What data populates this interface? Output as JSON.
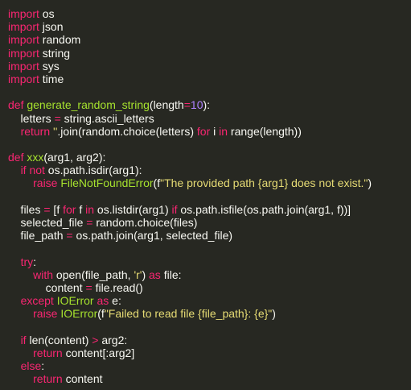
{
  "editor": {
    "colors": {
      "background": "#272822",
      "default": "#f8f8f2",
      "keyword": "#f92672",
      "function": "#a6e22e",
      "number": "#ae81ff",
      "string": "#e6db74"
    },
    "lines": [
      [
        {
          "t": "import",
          "k": "kw"
        },
        {
          "t": " os",
          "k": "plain"
        }
      ],
      [
        {
          "t": "import",
          "k": "kw"
        },
        {
          "t": " json",
          "k": "plain"
        }
      ],
      [
        {
          "t": "import",
          "k": "kw"
        },
        {
          "t": " random",
          "k": "plain"
        }
      ],
      [
        {
          "t": "import",
          "k": "kw"
        },
        {
          "t": " string",
          "k": "plain"
        }
      ],
      [
        {
          "t": "import",
          "k": "kw"
        },
        {
          "t": " sys",
          "k": "plain"
        }
      ],
      [
        {
          "t": "import",
          "k": "kw"
        },
        {
          "t": " time",
          "k": "plain"
        }
      ],
      [],
      [
        {
          "t": "def",
          "k": "kw"
        },
        {
          "t": " ",
          "k": "plain"
        },
        {
          "t": "generate_random_string",
          "k": "fn"
        },
        {
          "t": "(length",
          "k": "plain"
        },
        {
          "t": "=",
          "k": "kw"
        },
        {
          "t": "10",
          "k": "num"
        },
        {
          "t": "):",
          "k": "plain"
        }
      ],
      [
        {
          "t": "    letters ",
          "k": "plain"
        },
        {
          "t": "=",
          "k": "kw"
        },
        {
          "t": " string.ascii_letters",
          "k": "plain"
        }
      ],
      [
        {
          "t": "    ",
          "k": "plain"
        },
        {
          "t": "return",
          "k": "kw"
        },
        {
          "t": " ",
          "k": "plain"
        },
        {
          "t": "''",
          "k": "str"
        },
        {
          "t": ".join(random.choice(letters) ",
          "k": "plain"
        },
        {
          "t": "for",
          "k": "kw"
        },
        {
          "t": " i ",
          "k": "plain"
        },
        {
          "t": "in",
          "k": "kw"
        },
        {
          "t": " range(length))",
          "k": "plain"
        }
      ],
      [],
      [
        {
          "t": "def",
          "k": "kw"
        },
        {
          "t": " ",
          "k": "plain"
        },
        {
          "t": "xxx",
          "k": "fn"
        },
        {
          "t": "(arg1, arg2):",
          "k": "plain"
        }
      ],
      [
        {
          "t": "    ",
          "k": "plain"
        },
        {
          "t": "if",
          "k": "kw"
        },
        {
          "t": " ",
          "k": "plain"
        },
        {
          "t": "not",
          "k": "kw"
        },
        {
          "t": " os.path.isdir(arg1):",
          "k": "plain"
        }
      ],
      [
        {
          "t": "        ",
          "k": "plain"
        },
        {
          "t": "raise",
          "k": "kw"
        },
        {
          "t": " ",
          "k": "plain"
        },
        {
          "t": "FileNotFoundError",
          "k": "fn"
        },
        {
          "t": "(f",
          "k": "plain"
        },
        {
          "t": "\"The provided path {arg1} does not exist.\"",
          "k": "str"
        },
        {
          "t": ")",
          "k": "plain"
        }
      ],
      [],
      [
        {
          "t": "    files ",
          "k": "plain"
        },
        {
          "t": "=",
          "k": "kw"
        },
        {
          "t": " [f ",
          "k": "plain"
        },
        {
          "t": "for",
          "k": "kw"
        },
        {
          "t": " f ",
          "k": "plain"
        },
        {
          "t": "in",
          "k": "kw"
        },
        {
          "t": " os.listdir(arg1) ",
          "k": "plain"
        },
        {
          "t": "if",
          "k": "kw"
        },
        {
          "t": " os.path.isfile(os.path.join(arg1, f))]",
          "k": "plain"
        }
      ],
      [
        {
          "t": "    selected_file ",
          "k": "plain"
        },
        {
          "t": "=",
          "k": "kw"
        },
        {
          "t": " random.choice(files)",
          "k": "plain"
        }
      ],
      [
        {
          "t": "    file_path ",
          "k": "plain"
        },
        {
          "t": "=",
          "k": "kw"
        },
        {
          "t": " os.path.join(arg1, selected_file)",
          "k": "plain"
        }
      ],
      [],
      [
        {
          "t": "    ",
          "k": "plain"
        },
        {
          "t": "try",
          "k": "kw"
        },
        {
          "t": ":",
          "k": "plain"
        }
      ],
      [
        {
          "t": "        ",
          "k": "plain"
        },
        {
          "t": "with",
          "k": "kw"
        },
        {
          "t": " open(file_path, ",
          "k": "plain"
        },
        {
          "t": "'r'",
          "k": "str"
        },
        {
          "t": ") ",
          "k": "plain"
        },
        {
          "t": "as",
          "k": "kw"
        },
        {
          "t": " file:",
          "k": "plain"
        }
      ],
      [
        {
          "t": "            content ",
          "k": "plain"
        },
        {
          "t": "=",
          "k": "kw"
        },
        {
          "t": " file.read()",
          "k": "plain"
        }
      ],
      [
        {
          "t": "    ",
          "k": "plain"
        },
        {
          "t": "except",
          "k": "kw"
        },
        {
          "t": " ",
          "k": "plain"
        },
        {
          "t": "IOError",
          "k": "fn"
        },
        {
          "t": " ",
          "k": "plain"
        },
        {
          "t": "as",
          "k": "kw"
        },
        {
          "t": " e:",
          "k": "plain"
        }
      ],
      [
        {
          "t": "        ",
          "k": "plain"
        },
        {
          "t": "raise",
          "k": "kw"
        },
        {
          "t": " ",
          "k": "plain"
        },
        {
          "t": "IOError",
          "k": "fn"
        },
        {
          "t": "(f",
          "k": "plain"
        },
        {
          "t": "\"Failed to read file {file_path}: {e}\"",
          "k": "str"
        },
        {
          "t": ")",
          "k": "plain"
        }
      ],
      [],
      [
        {
          "t": "    ",
          "k": "plain"
        },
        {
          "t": "if",
          "k": "kw"
        },
        {
          "t": " len(content) ",
          "k": "plain"
        },
        {
          "t": ">",
          "k": "kw"
        },
        {
          "t": " arg2:",
          "k": "plain"
        }
      ],
      [
        {
          "t": "        ",
          "k": "plain"
        },
        {
          "t": "return",
          "k": "kw"
        },
        {
          "t": " content[:arg2]",
          "k": "plain"
        }
      ],
      [
        {
          "t": "    ",
          "k": "plain"
        },
        {
          "t": "else",
          "k": "kw"
        },
        {
          "t": ":",
          "k": "plain"
        }
      ],
      [
        {
          "t": "        ",
          "k": "plain"
        },
        {
          "t": "return",
          "k": "kw"
        },
        {
          "t": " content",
          "k": "plain"
        }
      ]
    ]
  }
}
